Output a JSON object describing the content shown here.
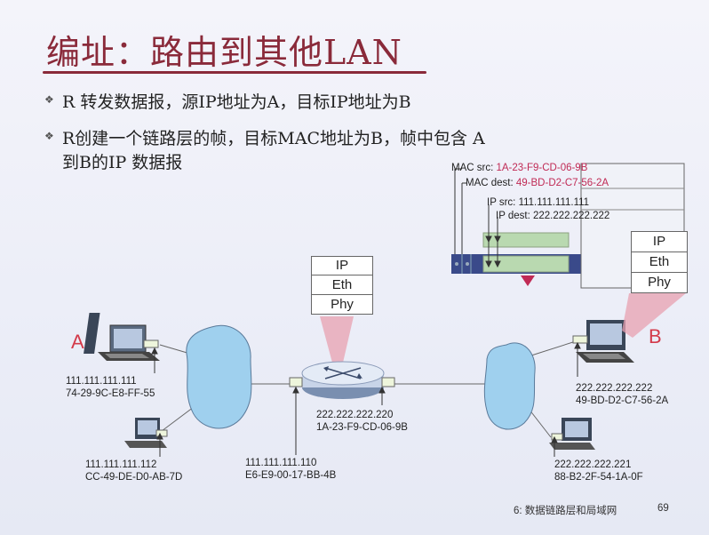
{
  "title": "编址：路由到其他LAN",
  "bullets": [
    "R 转发数据报，源IP地址为A，目标IP地址为B",
    "R创建一个链路层的帧，目标MAC地址为B，帧中包含 A",
    "到B的IP 数据报"
  ],
  "frame": {
    "mac_src_label": "MAC src:",
    "mac_src_value": "1A-23-F9-CD-06-9B",
    "mac_dest_label": "MAC dest:",
    "mac_dest_value": "49-BD-D2-C7-56-2A",
    "ip_src": "IP src: 111.111.111.111",
    "ip_dest": "IP dest: 222.222.222.222"
  },
  "stack_labels": [
    "IP",
    "Eth",
    "Phy"
  ],
  "host_a": {
    "label": "A",
    "ip": "111.111.111.111",
    "mac": "74-29-9C-E8-FF-55"
  },
  "host_a2": {
    "ip": "111.111.111.112",
    "mac": "CC-49-DE-D0-AB-7D"
  },
  "router_left": {
    "ip": "111.111.111.110",
    "mac": "E6-E9-00-17-BB-4B"
  },
  "router_right": {
    "ip": "222.222.222.220",
    "mac": "1A-23-F9-CD-06-9B"
  },
  "host_b": {
    "label": "B",
    "ip": "222.222.222.222",
    "mac": "49-BD-D2-C7-56-2A"
  },
  "host_b2": {
    "ip": "222.222.222.221",
    "mac": "88-B2-2F-54-1A-0F"
  },
  "footer": {
    "chapter": "6: 数据链路层和局域网",
    "page": "69"
  },
  "colors": {
    "title": "#8a2a3a",
    "accent_red": "#c02a55",
    "frame_blue": "#3a4a8a",
    "frame_green": "#b9d9b0",
    "cloud": "#9fd0ee"
  }
}
